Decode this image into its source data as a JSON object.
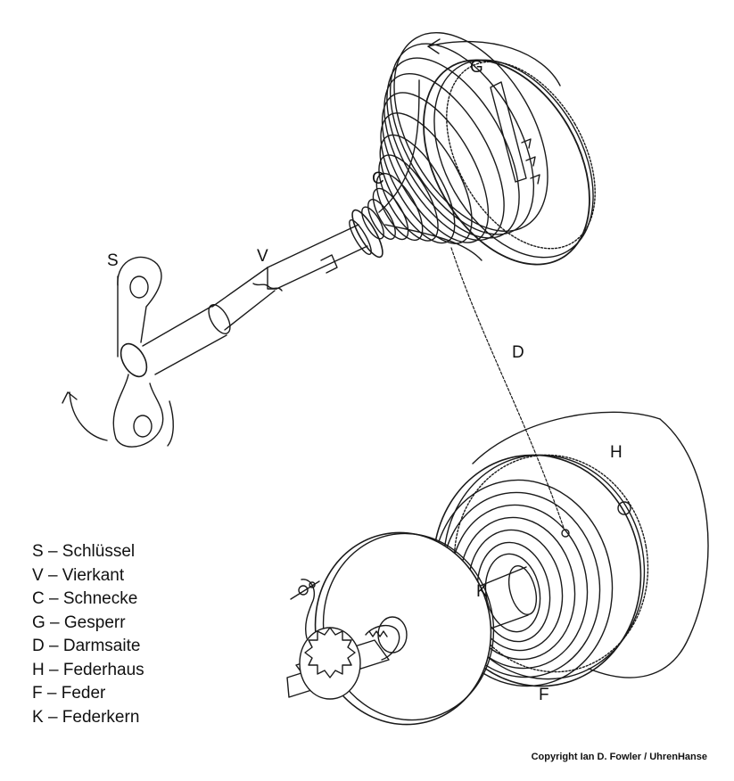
{
  "part_labels": {
    "S": "S",
    "V": "V",
    "C": "C",
    "G": "G",
    "D": "D",
    "H": "H",
    "F": "F",
    "K": "K"
  },
  "legend": [
    {
      "key": "S",
      "text": "S – Schlüssel"
    },
    {
      "key": "V",
      "text": "V – Vierkant"
    },
    {
      "key": "C",
      "text": "C – Schnecke"
    },
    {
      "key": "G",
      "text": "G – Gesperr"
    },
    {
      "key": "D",
      "text": "D – Darmsaite"
    },
    {
      "key": "H",
      "text": "H – Federhaus"
    },
    {
      "key": "F",
      "text": "F – Feder"
    },
    {
      "key": "K",
      "text": "K – Federkern"
    }
  ],
  "copyright": "Copyright Ian D. Fowler / UhrenHanse",
  "colors": {
    "line": "#1a1a1a",
    "background": "#ffffff"
  }
}
